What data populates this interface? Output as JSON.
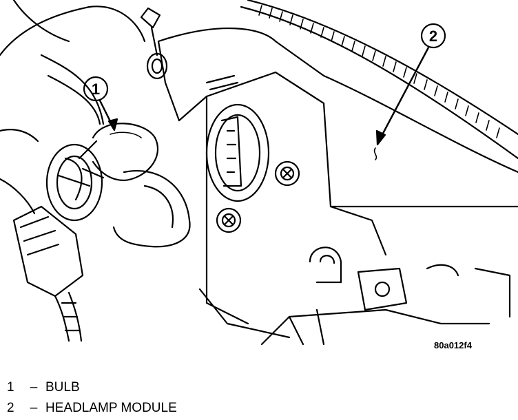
{
  "figure": {
    "callouts": [
      "1",
      "2"
    ],
    "figure_code": "80a012f4"
  },
  "legend": [
    {
      "number": "1",
      "dash": "–",
      "label": "BULB"
    },
    {
      "number": "2",
      "dash": "–",
      "label": "HEADLAMP MODULE"
    }
  ]
}
